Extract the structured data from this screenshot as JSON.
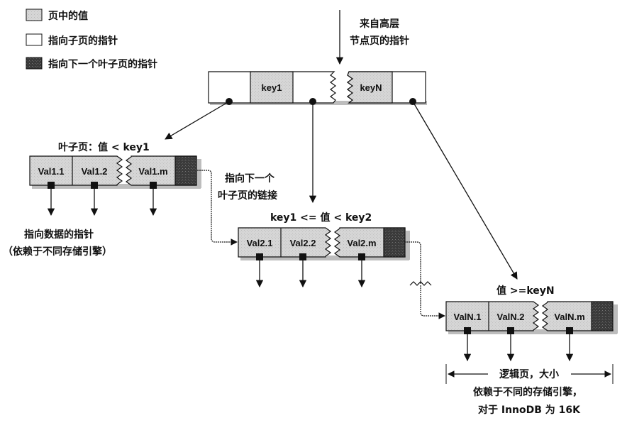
{
  "colors": {
    "value_fill": "#d4d4d4",
    "child_pointer_fill": "#ffffff",
    "next_leaf_pointer_fill": "#3a3a3a",
    "shadow": "#bdbdbd",
    "line": "#111111"
  },
  "legend": [
    {
      "type": "value",
      "label": "页中的值"
    },
    {
      "type": "child_pointer",
      "label": "指向子页的指针"
    },
    {
      "type": "next_leaf_pointer",
      "label": "指向下一个叶子页的指针"
    }
  ],
  "top_pointer_label": [
    "来自高层",
    "节点页的指针"
  ],
  "root_node": {
    "left_keys": [
      "key1"
    ],
    "right_keys": [
      "keyN"
    ]
  },
  "leaves": [
    {
      "range_label": "叶子页：值 < key1",
      "values": [
        "Val1.1",
        "Val1.2",
        "Val1.m"
      ]
    },
    {
      "range_label": "key1 <= 值 < key2",
      "values": [
        "Val2.1",
        "Val2.2",
        "Val2.m"
      ]
    },
    {
      "range_label": "值 >=keyN",
      "values": [
        "ValN.1",
        "ValN.2",
        "ValN.m"
      ]
    }
  ],
  "next_leaf_link_label": [
    "指向下一个",
    "叶子页的链接"
  ],
  "data_pointer_label": [
    "指向数据的指针",
    "（依赖于不同存储引擎）"
  ],
  "page_size_label": [
    "逻辑页，大小",
    "依赖于不同的存储引擎，",
    "对于 InnoDB 为 16K"
  ]
}
